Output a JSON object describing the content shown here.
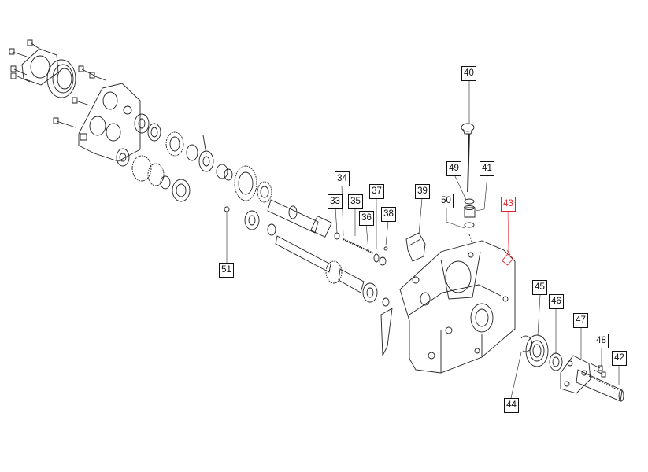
{
  "diagram": {
    "highlight_color": "#e0242c",
    "callouts": [
      {
        "id": "c40",
        "label": "40",
        "highlight": false
      },
      {
        "id": "c49",
        "label": "49",
        "highlight": false
      },
      {
        "id": "c41",
        "label": "41",
        "highlight": false
      },
      {
        "id": "c50",
        "label": "50",
        "highlight": false
      },
      {
        "id": "c43",
        "label": "43",
        "highlight": true
      },
      {
        "id": "c39",
        "label": "39",
        "highlight": false
      },
      {
        "id": "c34",
        "label": "34",
        "highlight": false
      },
      {
        "id": "c33",
        "label": "33",
        "highlight": false
      },
      {
        "id": "c35",
        "label": "35",
        "highlight": false
      },
      {
        "id": "c37",
        "label": "37",
        "highlight": false
      },
      {
        "id": "c36",
        "label": "36",
        "highlight": false
      },
      {
        "id": "c38",
        "label": "38",
        "highlight": false
      },
      {
        "id": "c51",
        "label": "51",
        "highlight": false
      },
      {
        "id": "c45",
        "label": "45",
        "highlight": false
      },
      {
        "id": "c46",
        "label": "46",
        "highlight": false
      },
      {
        "id": "c47",
        "label": "47",
        "highlight": false
      },
      {
        "id": "c48",
        "label": "48",
        "highlight": false
      },
      {
        "id": "c42",
        "label": "42",
        "highlight": false
      },
      {
        "id": "c44",
        "label": "44",
        "highlight": false
      }
    ]
  }
}
